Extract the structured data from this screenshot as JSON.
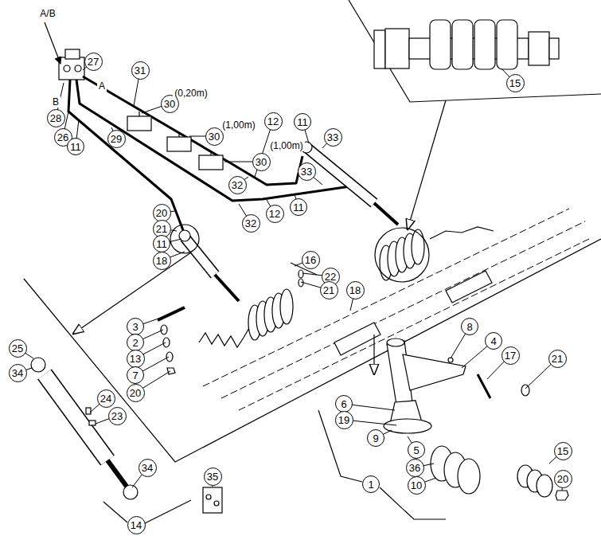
{
  "diagram": {
    "nodes": [
      {
        "text": [
          "15"
        ]
      },
      {
        "text": [
          "27"
        ]
      },
      {
        "text": [
          "31"
        ]
      },
      {
        "text": [
          "30"
        ]
      },
      {
        "text": [
          "28"
        ]
      },
      {
        "text": [
          "12"
        ]
      },
      {
        "text": [
          "11"
        ]
      },
      {
        "text": [
          "30"
        ]
      },
      {
        "text": [
          "26"
        ]
      },
      {
        "text": [
          "33"
        ]
      },
      {
        "text": [
          "29"
        ]
      },
      {
        "text": [
          "11"
        ]
      },
      {
        "text": [
          "30"
        ]
      },
      {
        "text": [
          "33"
        ]
      },
      {
        "text": [
          "32"
        ]
      },
      {
        "text": [
          "11"
        ]
      },
      {
        "text": [
          "12"
        ]
      },
      {
        "text": [
          "20"
        ]
      },
      {
        "text": [
          "32"
        ]
      },
      {
        "text": [
          "21"
        ]
      },
      {
        "text": [
          "11"
        ]
      },
      {
        "text": [
          "16"
        ]
      },
      {
        "text": [
          "18"
        ]
      },
      {
        "text": [
          "22"
        ]
      },
      {
        "text": [
          "21"
        ]
      },
      {
        "text": [
          "18"
        ]
      },
      {
        "text": [
          "3"
        ]
      },
      {
        "text": [
          "8"
        ]
      },
      {
        "text": [
          "4"
        ]
      },
      {
        "text": [
          "2"
        ]
      },
      {
        "text": [
          "25"
        ]
      },
      {
        "text": [
          "17"
        ]
      },
      {
        "text": [
          "21"
        ]
      },
      {
        "text": [
          "13"
        ]
      },
      {
        "text": [
          "34"
        ]
      },
      {
        "text": [
          "7"
        ]
      },
      {
        "text": [
          "20"
        ]
      },
      {
        "text": [
          "24"
        ]
      },
      {
        "text": [
          "6"
        ]
      },
      {
        "text": [
          "23"
        ]
      },
      {
        "text": [
          "19"
        ]
      },
      {
        "text": [
          "9"
        ]
      },
      {
        "text": [
          "5"
        ]
      },
      {
        "text": [
          "15"
        ]
      },
      {
        "text": [
          "34"
        ]
      },
      {
        "text": [
          "36"
        ]
      },
      {
        "text": [
          "35"
        ]
      },
      {
        "text": [
          "20"
        ]
      },
      {
        "text": [
          "1"
        ]
      },
      {
        "text": [
          "10"
        ]
      },
      {
        "text": [
          "14"
        ]
      }
    ],
    "labels": [
      "A/B",
      "A",
      "B",
      "(0,20m)",
      "(1,00m)",
      "(1,00m)"
    ]
  }
}
